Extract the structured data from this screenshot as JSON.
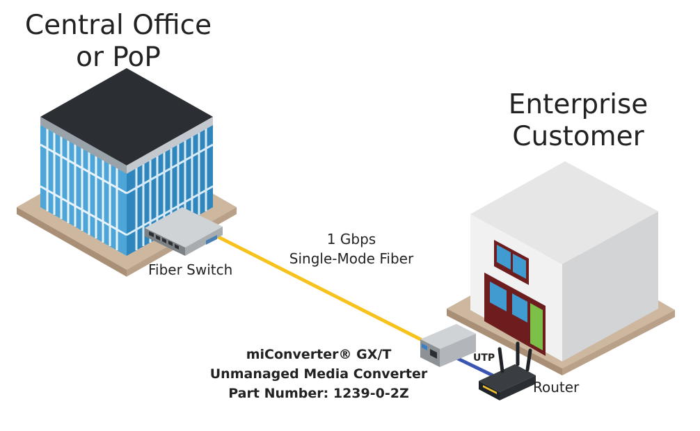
{
  "titles": {
    "central_office": [
      "Central Office",
      "or PoP"
    ],
    "enterprise": [
      "Enterprise",
      "Customer"
    ]
  },
  "labels": {
    "fiber_switch": "Fiber Switch",
    "router": "Router",
    "utp": "UTP"
  },
  "fiber_link": [
    "1 Gbps",
    "Single-Mode Fiber"
  ],
  "media_converter": [
    "miConverter® GX/T",
    "Unmanaged Media Converter",
    "Part Number: 1239-0-2Z"
  ],
  "colors": {
    "fiber_cable": "#f7c21b",
    "utp_cable": "#3a55b4",
    "glass": "#3f9bd0",
    "roof": "#2b2f34",
    "ground": "#cdb79f",
    "door_frame": "#6e1d1f",
    "door_green": "#7cc04a"
  }
}
